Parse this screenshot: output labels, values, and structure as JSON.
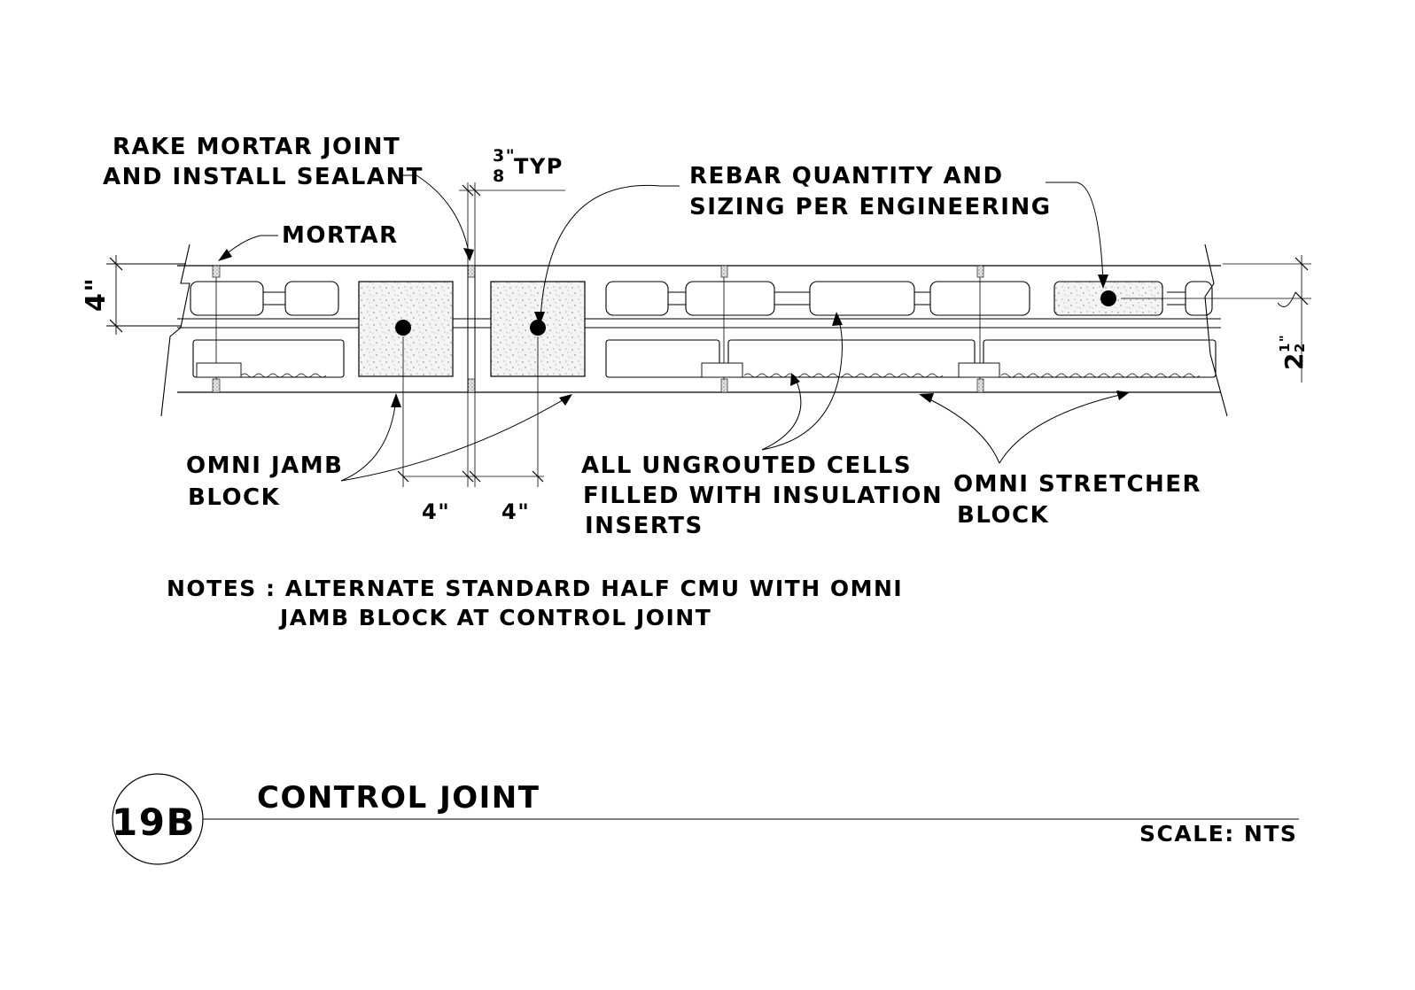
{
  "labels": {
    "rake_line1": "RAKE MORTAR JOINT",
    "rake_line2": "AND INSTALL SEALANT",
    "joint_width_num": "3\"",
    "joint_width_den": "8",
    "joint_width_suffix": "TYP",
    "mortar": "MORTAR",
    "rebar_line1": "REBAR QUANTITY AND",
    "rebar_line2": "SIZING PER ENGINEERING",
    "wall_thickness": "4\"",
    "offset_whole": "2",
    "offset_num": "1\"",
    "offset_den": "2",
    "jamb_line1": "OMNI JAMB",
    "jamb_line2": "BLOCK",
    "dim_left": "4\"",
    "dim_right": "4\"",
    "ungrouted_line1": "ALL UNGROUTED CELLS",
    "ungrouted_line2": "FILLED WITH INSULATION",
    "ungrouted_line3": "INSERTS",
    "stretcher_line1": "OMNI STRETCHER",
    "stretcher_line2": "BLOCK"
  },
  "notes": {
    "line1": "NOTES : ALTERNATE STANDARD HALF CMU WITH OMNI",
    "line2": "JAMB BLOCK AT CONTROL JOINT"
  },
  "title_block": {
    "detail_number": "19B",
    "title": "CONTROL JOINT",
    "scale": "SCALE: NTS"
  }
}
